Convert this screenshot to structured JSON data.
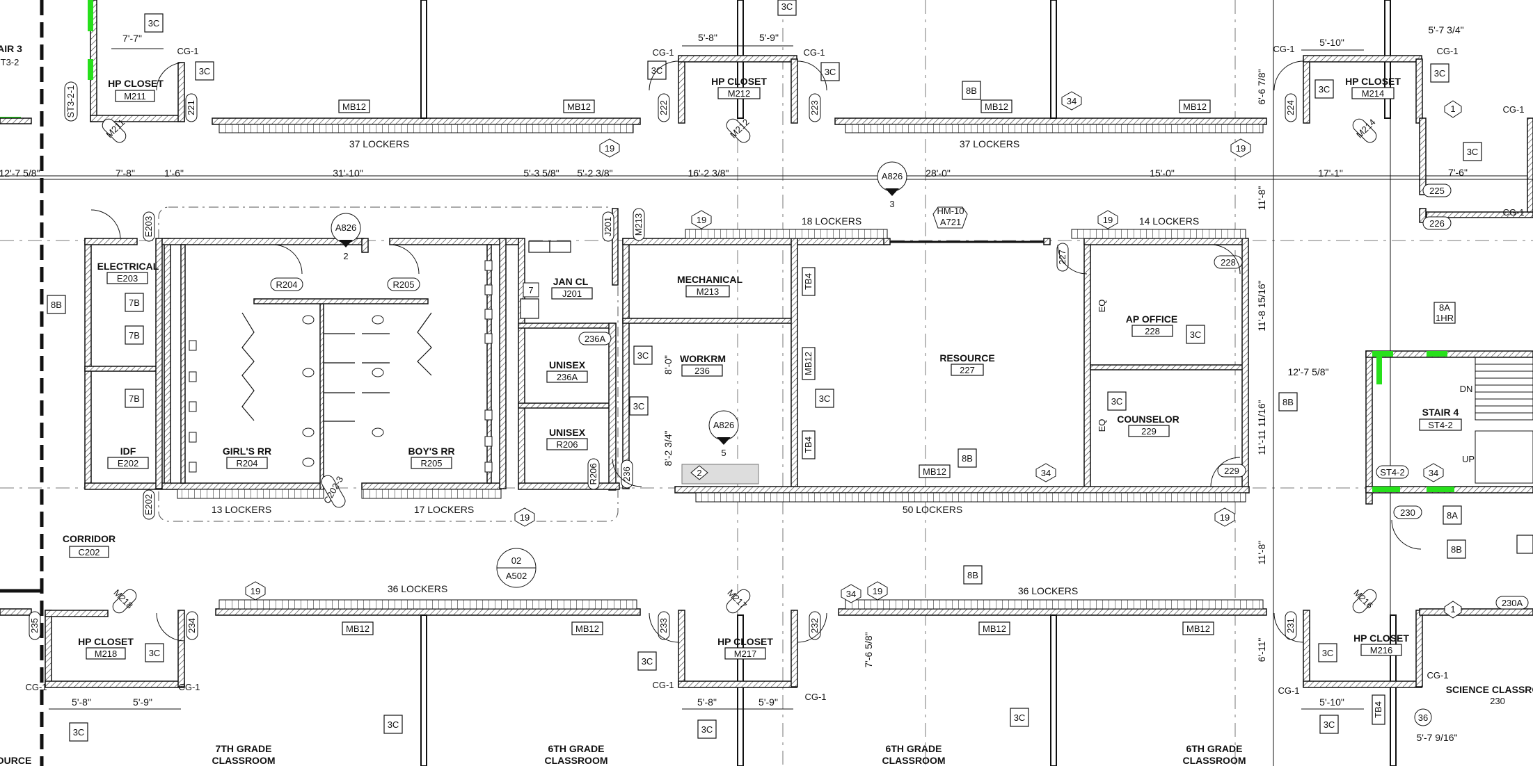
{
  "rooms": {
    "hp_m211": {
      "name": "HP CLOSET",
      "num": "M211"
    },
    "hp_m212": {
      "name": "HP CLOSET",
      "num": "M212"
    },
    "hp_m214": {
      "name": "HP CLOSET",
      "num": "M214"
    },
    "hp_m218": {
      "name": "HP CLOSET",
      "num": "M218"
    },
    "hp_m217": {
      "name": "HP CLOSET",
      "num": "M217"
    },
    "hp_m216": {
      "name": "HP CLOSET",
      "num": "M216"
    },
    "electrical": {
      "name": "ELECTRICAL",
      "num": "E203"
    },
    "idf": {
      "name": "IDF",
      "num": "E202"
    },
    "girls_rr": {
      "name": "GIRL'S RR",
      "num": "R204"
    },
    "boys_rr": {
      "name": "BOY'S RR",
      "num": "R205"
    },
    "jan_cl": {
      "name": "JAN CL",
      "num": "J201"
    },
    "unisex_a": {
      "name": "UNISEX",
      "num": "236A"
    },
    "unisex_b": {
      "name": "UNISEX",
      "num": "R206"
    },
    "mechanical": {
      "name": "MECHANICAL",
      "num": "M213"
    },
    "workrm": {
      "name": "WORKRM",
      "num": "236"
    },
    "resource": {
      "name": "RESOURCE",
      "num": "227"
    },
    "ap_office": {
      "name": "AP OFFICE",
      "num": "228"
    },
    "counselor": {
      "name": "COUNSELOR",
      "num": "229"
    },
    "stair4": {
      "name": "STAIR 4",
      "num": "ST4-2"
    },
    "stair3": {
      "name": "AIR 3",
      "num": "T3-2"
    },
    "corridor": {
      "name": "CORRIDOR",
      "num": "C202"
    },
    "science": {
      "name": "SCIENCE CLASSRO",
      "num": "230"
    },
    "grade7": {
      "name": "7TH GRADE",
      "sub": "CLASSROOM"
    },
    "grade6a": {
      "name": "6TH GRADE",
      "sub": "CLASSROOM"
    },
    "grade6b": {
      "name": "6TH GRADE",
      "sub": "CLASSROOM"
    },
    "grade6c": {
      "name": "6TH GRADE",
      "sub": "CLASSROOM"
    },
    "source_left": {
      "name": "OURCE"
    }
  },
  "lockers": {
    "top_left": "37 LOCKERS",
    "top_right": "37 LOCKERS",
    "mid_18": "18 LOCKERS",
    "mid_14": "14 LOCKERS",
    "girls_13": "13 LOCKERS",
    "boys_17": "17 LOCKERS",
    "resource_50": "50 LOCKERS",
    "bottom_left": "36 LOCKERS",
    "bottom_right": "36 LOCKERS"
  },
  "dims": {
    "d1": "12'-7 5/8\"",
    "d2": "7'-8\"",
    "d3": "1'-6\"",
    "d4": "31'-10\"",
    "d5": "5'-3 5/8\"",
    "d6": "5'-2 3/8\"",
    "d7": "16'-2 3/8\"",
    "d8": "28'-0\"",
    "d9": "15'-0\"",
    "d10": "17'-1\"",
    "top_7_7": "7'-7\"",
    "top_5_8": "5'-8\"",
    "top_5_9": "5'-9\"",
    "top_5_10": "5'-10\"",
    "top_5_7_34": "5'-7 3/4\"",
    "v_6_6": "6'-6 7/8\"",
    "v_11_8a": "11'-8\"",
    "v_11_8_15": "11'-8 15/16\"",
    "v_11_11": "11'-11 11/16\"",
    "v_12_7": "12'-7 5/8\"",
    "v_8_0": "8'-0\"",
    "v_8_2": "8'-2 3/4\"",
    "v_11_8b": "11'-8\"",
    "v_6_11": "6'-11\"",
    "v_7_6": "7'-6 5/8\"",
    "b_5_8a": "5'-8\"",
    "b_5_9a": "5'-9\"",
    "b_5_8b": "5'-8\"",
    "b_5_9b": "5'-9\"",
    "b_5_10": "5'-10\"",
    "b_5_7_9": "5'-7 9/16\"",
    "r_7_6": "7'-6\""
  },
  "tags": {
    "c3": "3C",
    "b8": "8B",
    "b7": "7B",
    "a8": "8A",
    "hr1": "1HR",
    "mb12": "MB12",
    "tb4": "TB4",
    "eq": "EQ",
    "cg1": "CG-1",
    "n19": "19",
    "n34": "34",
    "n1": "1",
    "n36": "36",
    "n7": "7",
    "n2": "2",
    "ref_a826": "A826",
    "ref_2": "2",
    "ref_3": "3",
    "ref_5": "5",
    "ref_02": "02",
    "ref_a502": "A502",
    "hm10": "HM-10",
    "a721": "A721",
    "dn": "DN",
    "up": "UP",
    "d221": "221",
    "d222": "222",
    "d223": "223",
    "d224": "224",
    "d225": "225",
    "d226": "226",
    "d227": "227",
    "d228": "228",
    "d229": "229",
    "d230": "230",
    "d230a": "230A",
    "d231": "231",
    "d232": "232",
    "d233": "233",
    "d234": "234",
    "d235": "235",
    "d236": "236",
    "d236a": "236A",
    "de203": "E203",
    "de202": "E202",
    "dj201": "J201",
    "dm213": "M213",
    "dr204": "R204",
    "dr205": "R205",
    "dr206": "R206",
    "dc202": "C202-3",
    "dm211": "M211",
    "dm212": "M212",
    "dm214": "M214",
    "dm216": "M216",
    "dm217": "M217",
    "dm218": "M218",
    "dst32": "ST3-2-1",
    "dst42": "ST4-2"
  }
}
